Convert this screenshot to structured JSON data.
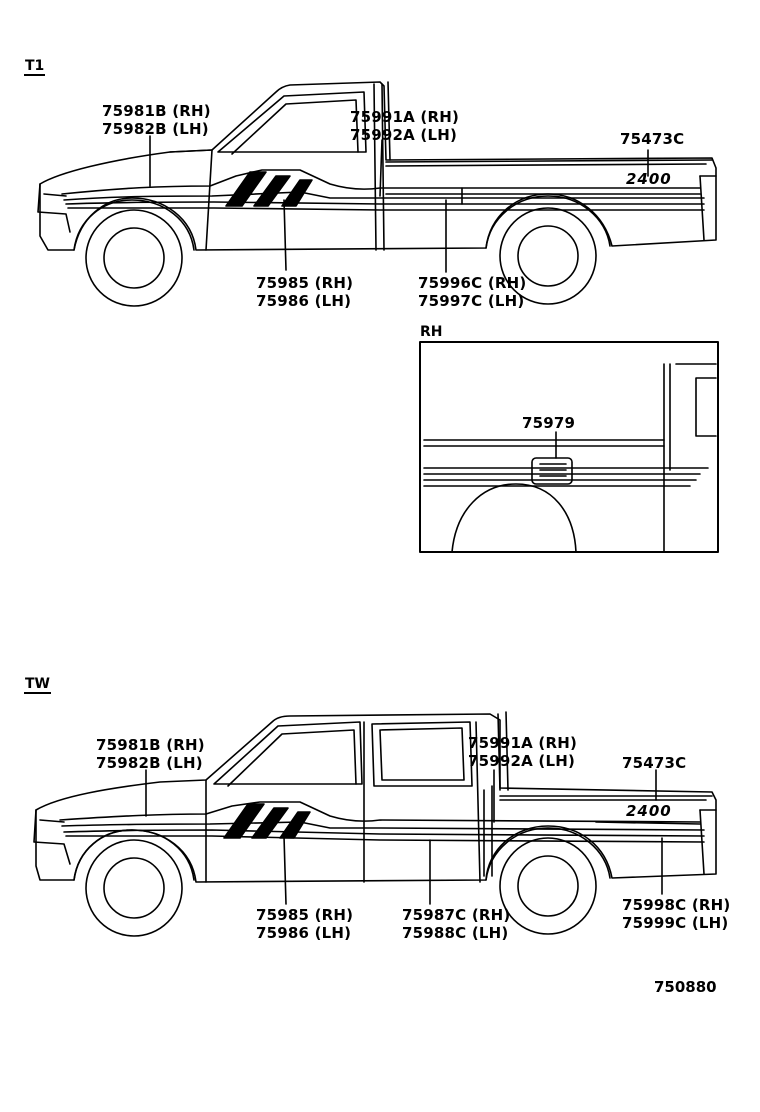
{
  "sections": {
    "t1": "T1",
    "tw": "TW",
    "detail": "RH"
  },
  "t1": {
    "label_75981": [
      "75981B (RH)",
      "75982B (LH)"
    ],
    "label_75991": [
      "75991A (RH)",
      "75992A (LH)"
    ],
    "label_75473": "75473C",
    "label_75985": [
      "75985 (RH)",
      "75986 (LH)"
    ],
    "label_75996": [
      "75996C (RH)",
      "75997C (LH)"
    ],
    "bed_emblem": "2400"
  },
  "detail": {
    "label_75979": "75979"
  },
  "tw": {
    "label_75981": [
      "75981B (RH)",
      "75982B (LH)"
    ],
    "label_75991": [
      "75991A (RH)",
      "75992A (LH)"
    ],
    "label_75473": "75473C",
    "label_75985": [
      "75985 (RH)",
      "75986 (LH)"
    ],
    "label_75987": [
      "75987C (RH)",
      "75988C (LH)"
    ],
    "label_75998": [
      "75998C (RH)",
      "75999C (LH)"
    ],
    "bed_emblem": "2400"
  },
  "diagram_ref": "750880"
}
